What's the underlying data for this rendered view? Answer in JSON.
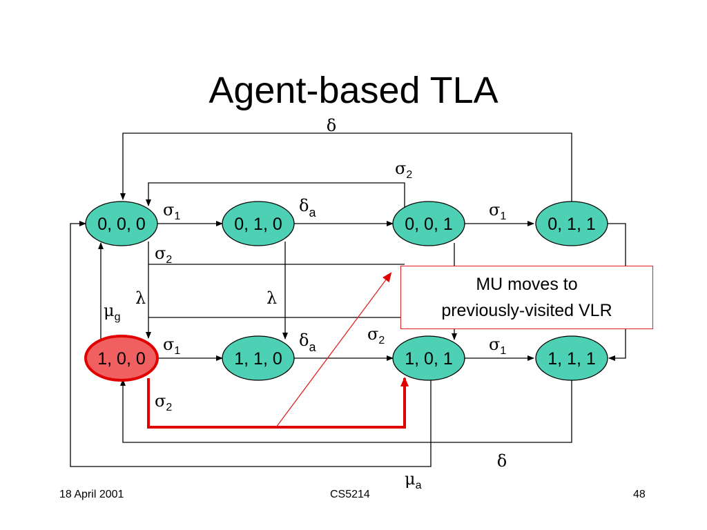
{
  "slide": {
    "title": "Agent-based TLA",
    "footer_left": "18 April 2001",
    "footer_center": "CS5214",
    "footer_right": "48"
  },
  "states": [
    {
      "id": "s000",
      "label": "0, 0, 0",
      "highlighted": false
    },
    {
      "id": "s010",
      "label": "0, 1, 0",
      "highlighted": false
    },
    {
      "id": "s001",
      "label": "0, 0, 1",
      "highlighted": false
    },
    {
      "id": "s011",
      "label": "0, 1, 1",
      "highlighted": false
    },
    {
      "id": "s100",
      "label": "1, 0, 0",
      "highlighted": true
    },
    {
      "id": "s110",
      "label": "1, 1, 0",
      "highlighted": false
    },
    {
      "id": "s101",
      "label": "1, 0, 1",
      "highlighted": false
    },
    {
      "id": "s111",
      "label": "1, 1, 1",
      "highlighted": false
    }
  ],
  "transition_labels": {
    "delta": "δ",
    "sigma": "σ",
    "lambda": "λ",
    "mu": "μ",
    "sub_1": "1",
    "sub_2": "2",
    "sub_a": "a",
    "sub_g": "g"
  },
  "callout": {
    "line1": "MU moves to",
    "line2": "previously-visited VLR"
  },
  "colors": {
    "state_fill": "#4dd0b4",
    "highlight_fill": "#f06060",
    "highlight_path": "#e00000",
    "callout_border": "#e02020"
  }
}
